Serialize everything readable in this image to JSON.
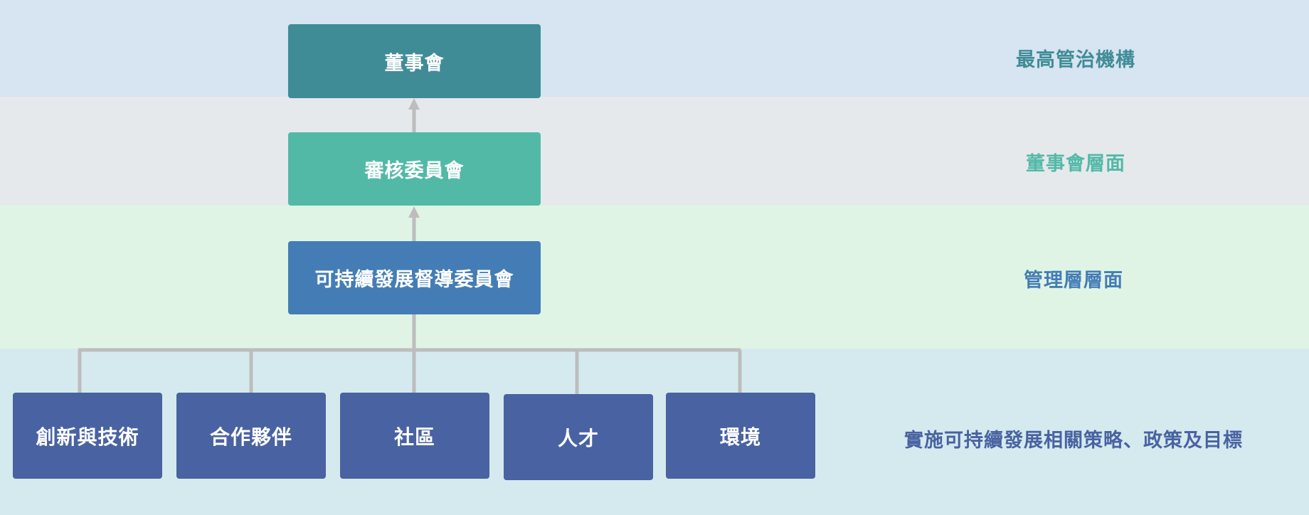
{
  "levels": [
    {
      "label": "最高管治機構",
      "color": "#3f8c96"
    },
    {
      "label": "董事會層面",
      "color": "#53b9a7"
    },
    {
      "label": "管理層層面",
      "color": "#447db5"
    },
    {
      "label": "實施可持續發展相關策略、政策及目標",
      "color": "#4962a2"
    }
  ],
  "nodes": {
    "board": "董事會",
    "audit_committee": "審核委員會",
    "steering_committee": "可持續發展督導委員會",
    "working_groups": [
      "創新與技術",
      "合作夥伴",
      "社區",
      "人才",
      "環境"
    ]
  },
  "colors": {
    "connector": "#bdbdbd",
    "band_top": "#d7e4f1",
    "band_board": "#e6e9ec",
    "band_management": "#e0f4e6",
    "band_implementation": "#d5eaee"
  }
}
